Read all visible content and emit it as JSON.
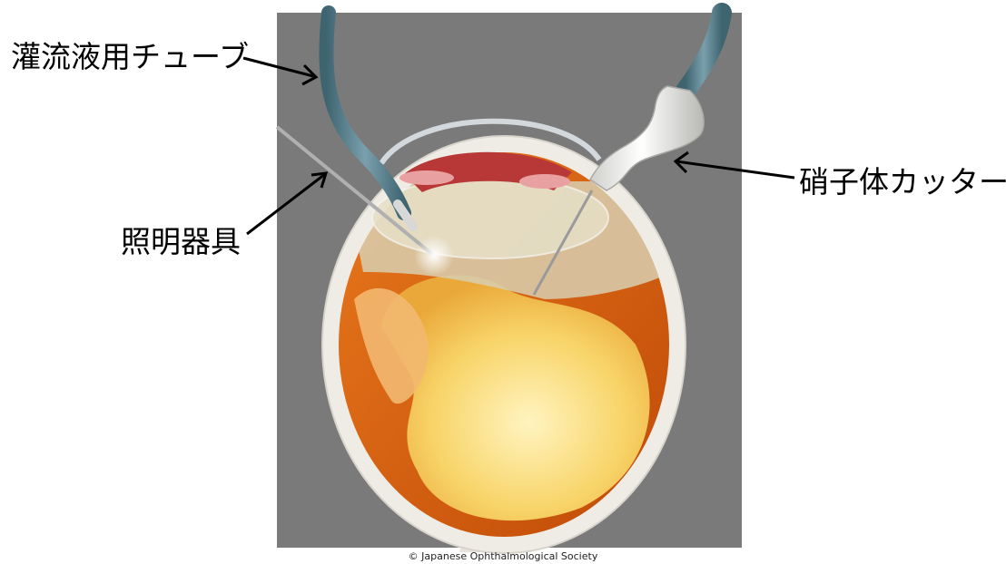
{
  "labels": {
    "irrigation_tube": "灌流液用チューブ",
    "light_instrument": "照明器具",
    "vitreous_cutter": "硝子体カッター"
  },
  "copyright": "© Japanese Ophthalmological Society",
  "colors": {
    "background_panel": "#7a7a7a",
    "sclera": "#f2f0ec",
    "retina": "#e07010",
    "vitreous": "#f7d060",
    "iris": "#b83838",
    "tube": "#5a8090",
    "arrow": "#000000"
  }
}
